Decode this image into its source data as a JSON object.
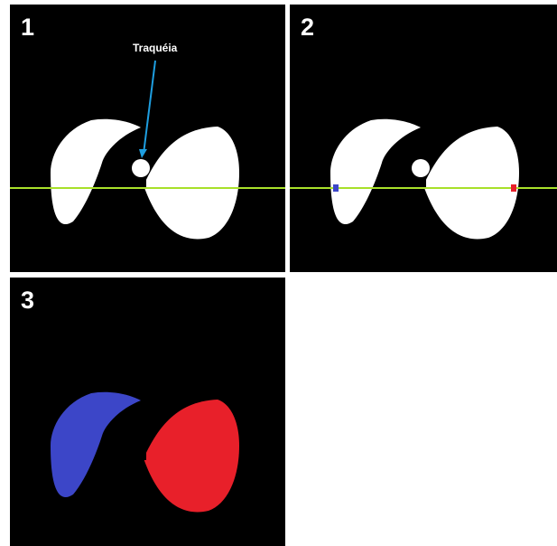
{
  "panels": [
    {
      "number": "1",
      "label": "Traquéia"
    },
    {
      "number": "2"
    },
    {
      "number": "3"
    }
  ],
  "colors": {
    "background": "#000000",
    "lung": "#ffffff",
    "scan_line": "#a8e02a",
    "arrow": "#1e9ee0",
    "left_lung": "#3c46c8",
    "right_lung": "#e8202a"
  }
}
